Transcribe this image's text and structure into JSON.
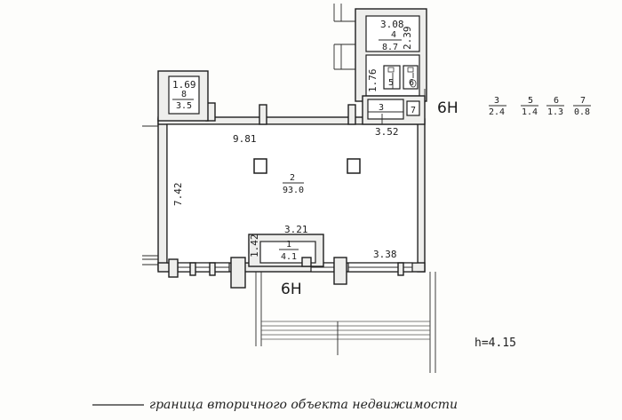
{
  "rooms": {
    "r1": {
      "number": "1",
      "area": "4.1"
    },
    "r2": {
      "number": "2",
      "area": "93.0"
    },
    "r3": {
      "number": "3"
    },
    "r4": {
      "number": "4",
      "area": "8.7"
    },
    "r5": {
      "number": "5"
    },
    "r6": {
      "number": "6"
    },
    "r7": {
      "number": "7"
    },
    "r8": {
      "number": "8",
      "area": "3.5"
    }
  },
  "dimensions": {
    "d_9_81": "9.81",
    "d_7_42": "7.42",
    "d_3_21": "3.21",
    "d_1_42": "1.42",
    "d_3_38": "3.38",
    "d_3_52": "3.52",
    "d_1_76": "1.76",
    "d_3_08": "3.08",
    "d_2_39": "2.39",
    "d_1_69": "1.69"
  },
  "legend_table": [
    {
      "number": "3",
      "area": "2.4"
    },
    {
      "number": "5",
      "area": "1.4"
    },
    {
      "number": "6",
      "area": "1.3"
    },
    {
      "number": "7",
      "area": "0.8"
    }
  ],
  "entrance_labels": [
    "6Н",
    "6Н"
  ],
  "ceiling_height": "h=4.15",
  "caption": "граница вторичного объекта недвижимости",
  "colors": {
    "ink": "#1e1e1e",
    "paper": "#fdfdfb"
  }
}
